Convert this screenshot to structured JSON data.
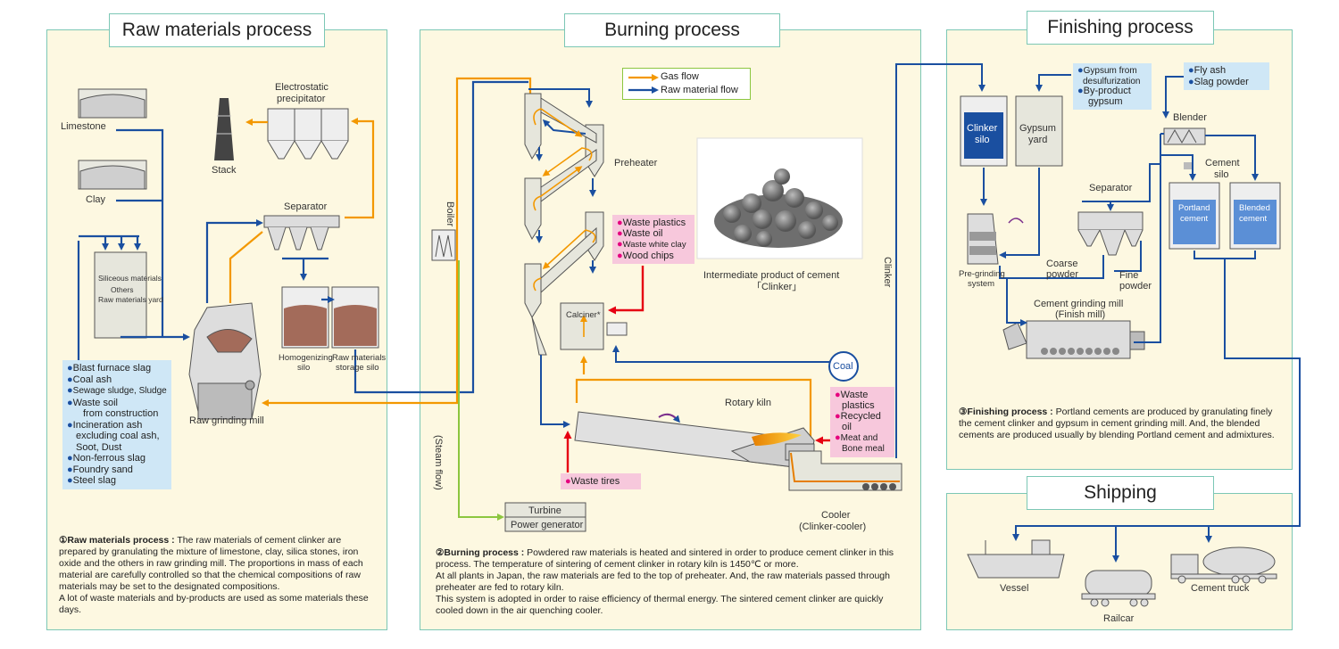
{
  "raw": {
    "title": "Raw materials process",
    "limestone": "Limestone",
    "clay": "Clay",
    "siliceous_line1": "Siliceous materials",
    "siliceous_line2": "Others",
    "siliceous_line3": "Raw materials yard",
    "electrostatic_line1": "Electrostatic",
    "electrostatic_line2": "precipitator",
    "stack": "Stack",
    "separator": "Separator",
    "homogenizing_line1": "Homogenizing",
    "homogenizing_line2": "silo",
    "storage_line1": "Raw materials",
    "storage_line2": "storage silo",
    "mill": "Raw grinding mill",
    "waste_items": [
      "Blast furnace slag",
      "Coal ash",
      "Sewage sludge, Sludge",
      "Waste soil",
      "from construction",
      "Incineration ash",
      "excluding coal ash,",
      "Soot, Dust",
      "Non-ferrous slag",
      "Foundry sand",
      "Steel slag"
    ],
    "desc_head": "①Raw materials process :",
    "desc_body": " The raw materials of cement clinker are prepared by granulating the mixture of limestone, clay, silica stones, iron oxide and the others in raw grinding mill.  The proportions in mass of each material are carefully controlled so that the chemical compositions of raw materials may be set to the designated compositions.",
    "desc_body2": "A lot of waste materials and by-products are used as some materials these days."
  },
  "burning": {
    "title": "Burning process",
    "legend_gas": "Gas flow",
    "legend_raw": "Raw material flow",
    "preheater": "Preheater",
    "boiler": "Boiler",
    "steam": "(Steam flow)",
    "turbine": "Turbine",
    "generator": "Power generator",
    "calciner": "Calciner*",
    "waste1": [
      "Waste plastics",
      "Waste oil",
      "Waste white clay",
      "Wood chips"
    ],
    "intermediate_line1": "Intermediate product of cement",
    "intermediate_line2": "「Clinker」",
    "coal": "Coal",
    "rotary_kiln": "Rotary kiln",
    "waste2": [
      "Waste",
      "plastics",
      "Recycled",
      "oil",
      "Meat and",
      "Bone meal"
    ],
    "waste_tires": "Waste tires",
    "cooler_line1": "Cooler",
    "cooler_line2": "(Clinker-cooler)",
    "clinker_flow": "Clinker",
    "desc_head": "②Burning process :",
    "desc_body": " Powdered raw materials is heated and sintered in order to produce cement clinker in this process. The temperature of sintering of cement clinker in rotary kiln is 1450℃ or more.",
    "desc_body2": "At all plants in Japan, the raw materials are fed to the top of preheater.  And, the raw materials passed through preheater are fed to rotary kiln.",
    "desc_body3": "This system is adopted in order to raise efficiency of thermal energy.  The sintered cement clinker are quickly cooled down in the air quenching cooler."
  },
  "finishing": {
    "title": "Finishing process",
    "gypsum_items": [
      "Gypsum from",
      "desulfurization",
      "By-product",
      "gypsum"
    ],
    "flyash_items": [
      "Fly ash",
      "Slag powder"
    ],
    "clinker_silo_line1": "Clinker",
    "clinker_silo_line2": "silo",
    "gypsum_yard_line1": "Gypsum",
    "gypsum_yard_line2": "yard",
    "blender": "Blender",
    "cement_silo_line1": "Cement",
    "cement_silo_line2": "silo",
    "separator": "Separator",
    "portland_line1": "Portland",
    "portland_line2": "cement",
    "blended_line1": "Blended",
    "blended_line2": "cement",
    "pregrinding_line1": "Pre-grinding",
    "pregrinding_line2": "system",
    "coarse_line1": "Coarse",
    "coarse_line2": "powder",
    "fine_line1": "Fine",
    "fine_line2": "powder",
    "mill_line1": "Cement grinding mill",
    "mill_line2": "(Finish mill)",
    "desc_head": "③Finishing process :",
    "desc_body": " Portland cements are produced by granulating finely the cement clinker and gypsum in cement grinding mill.  And, the blended cements are produced usually by blending Portland cement and admixtures."
  },
  "shipping": {
    "title": "Shipping",
    "vessel": "Vessel",
    "railcar": "Railcar",
    "truck": "Cement truck"
  },
  "colors": {
    "gas_flow": "#f39800",
    "raw_flow": "#1a4fa0",
    "red_flow": "#e60012",
    "steam_flow": "#8cc63f",
    "panel_bg": "#fdf8e1",
    "panel_border": "#7cc7b5"
  }
}
